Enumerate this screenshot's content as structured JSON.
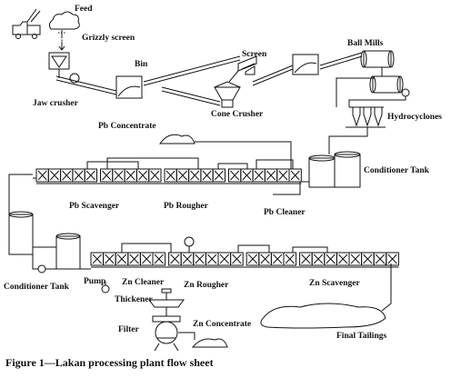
{
  "labels": {
    "feed": "Feed",
    "grizzly": "Grizzly screen",
    "bin": "Bin",
    "jaw": "Jaw crusher",
    "screen": "Screen",
    "cone": "Cone Crusher",
    "ballmills": "Ball Mills",
    "hydrocyclones": "Hydrocyclones",
    "pbconc": "Pb Concentrate",
    "conditioner1": "Conditioner Tank",
    "pbscav": "Pb Scavenger",
    "pbrough": "Pb Rougher",
    "pbclean": "Pb Cleaner",
    "conditioner2": "Conditioner Tank",
    "pump": "Pump",
    "zncleaner": "Zn Cleaner",
    "znrough": "Zn Rougher",
    "znscav": "Zn Scavenger",
    "thickener": "Thickener",
    "filter": "Filter",
    "znconc": "Zn Concentrate",
    "tailings": "Final Tailings"
  },
  "caption": "Figure 1—Lakan processing plant flow sheet"
}
